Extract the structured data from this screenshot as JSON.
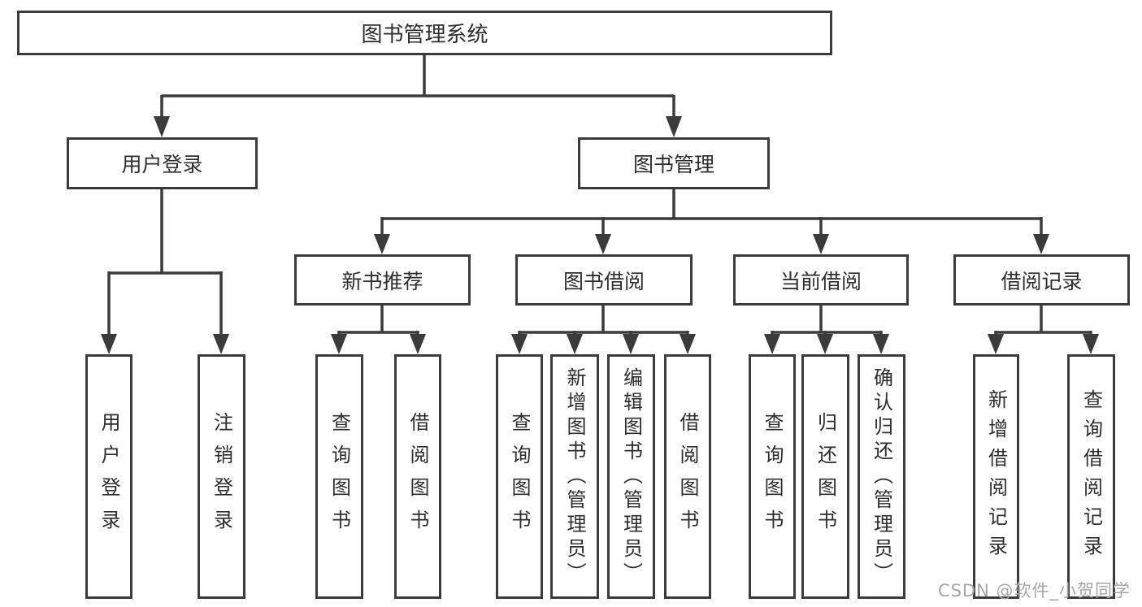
{
  "diagram": {
    "root": {
      "label": "图书管理系统"
    },
    "user_login": {
      "label": "用户登录"
    },
    "book_mgmt": {
      "label": "图书管理"
    },
    "new_book_rec": {
      "label": "新书推荐"
    },
    "book_borrow": {
      "label": "图书借阅"
    },
    "current_borrow": {
      "label": "当前借阅"
    },
    "borrow_records": {
      "label": "借阅记录"
    },
    "leaf_user_login": {
      "label": "用户登录"
    },
    "leaf_logout": {
      "label": "注销登录"
    },
    "leaf_rec_query_books": {
      "label": "查询图书"
    },
    "leaf_rec_borrow_books": {
      "label": "借阅图书"
    },
    "leaf_bb_query_books": {
      "label": "查询图书"
    },
    "leaf_bb_add_books": {
      "label": "新增图书（管理员）"
    },
    "leaf_bb_edit_books": {
      "label": "编辑图书（管理员）"
    },
    "leaf_bb_borrow_books": {
      "label": "借阅图书"
    },
    "leaf_cb_query_books": {
      "label": "查询图书"
    },
    "leaf_cb_return_books": {
      "label": "归还图书"
    },
    "leaf_cb_confirm_return": {
      "label": "确认归还（管理员）"
    },
    "leaf_br_add_record": {
      "label": "新增借阅记录"
    },
    "leaf_br_query_record": {
      "label": "查询借阅记录"
    }
  },
  "watermark": {
    "text": "CSDN @软件_小贺同学"
  },
  "colors": {
    "line": "#3b3b3b",
    "text": "#2d2d2d",
    "watermark": "#a6a6a6",
    "background": "#ffffff"
  }
}
